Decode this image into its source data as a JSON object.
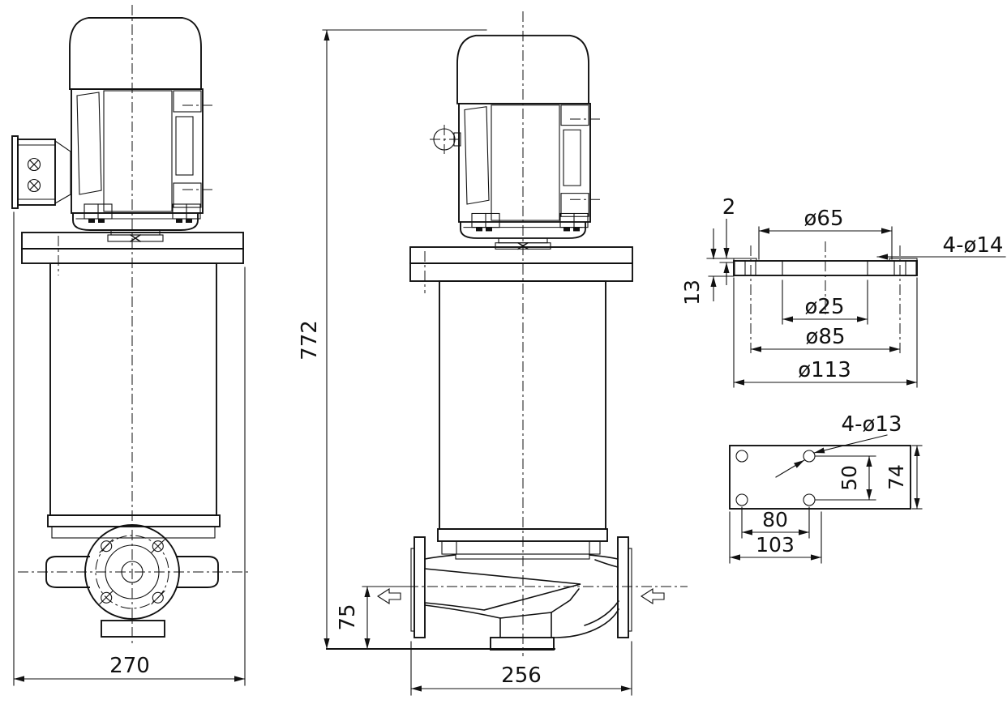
{
  "drawing": {
    "type": "pump-outline-dimension-drawing",
    "background": "#ffffff",
    "line_color": "#111111",
    "views": {
      "front": {
        "overall_width": "270"
      },
      "side": {
        "overall_height": "772",
        "flange_face_span": "256",
        "port_centerline_height": "75"
      },
      "flange_section": {
        "step_thickness": "2",
        "plate_thickness": "13",
        "face_diameter": "ø65",
        "bolt_holes": "4-ø14",
        "bore_diameter": "ø25",
        "bolt_circle_diameter": "ø85",
        "outer_diameter": "ø113"
      },
      "mounting_pad": {
        "bolt_holes": "4-ø13",
        "hole_pitch_vertical": "50",
        "pad_height": "74",
        "hole_pitch_horizontal": "80",
        "pad_width": "103"
      }
    }
  }
}
